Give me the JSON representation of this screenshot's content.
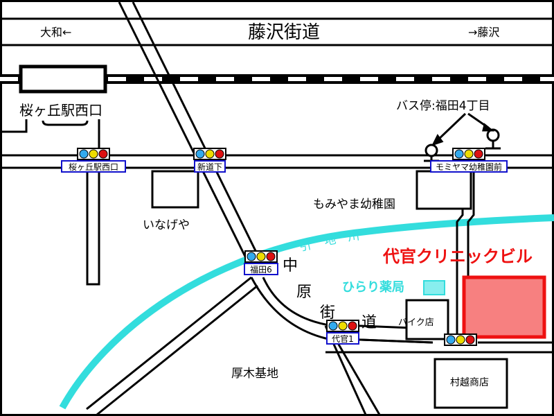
{
  "roads": {
    "fujisawa_kaido": "藤沢街道",
    "to_yamato": "大和←",
    "to_fujisawa": "→藤沢",
    "nakahara_kaido_chars": [
      "中",
      "原",
      "街",
      "道"
    ]
  },
  "station": {
    "label": "桜ヶ丘駅西口"
  },
  "bus_stop": {
    "label": "バス停:福田4丁目"
  },
  "traffic_signals": [
    {
      "label": "桜ヶ丘駅西口"
    },
    {
      "label": "新道下"
    },
    {
      "label": "モミヤマ幼稚園前"
    },
    {
      "label": "福田6"
    },
    {
      "label": "代官1"
    },
    {
      "label": ""
    }
  ],
  "river": {
    "label_chars": [
      "引",
      "地",
      "川"
    ],
    "color": "#33dddd"
  },
  "buildings": {
    "kindergarten": "もみやま幼稚園",
    "inageya": "いなげや",
    "pharmacy": "ひらり薬局",
    "bike_shop": "バイク店",
    "murakoshi": "村越商店",
    "atsugi_base": "厚木基地"
  },
  "destination": {
    "label": "代官クリニックビル",
    "color": "#ee1111",
    "fill": "#f78080"
  },
  "colors": {
    "signal_blue": "#33aaee",
    "signal_yellow": "#eedd00",
    "signal_red": "#dd1111",
    "label_border": "#1111cc",
    "pharmacy_text": "#33dddd",
    "pharmacy_fill": "#88eeee"
  }
}
